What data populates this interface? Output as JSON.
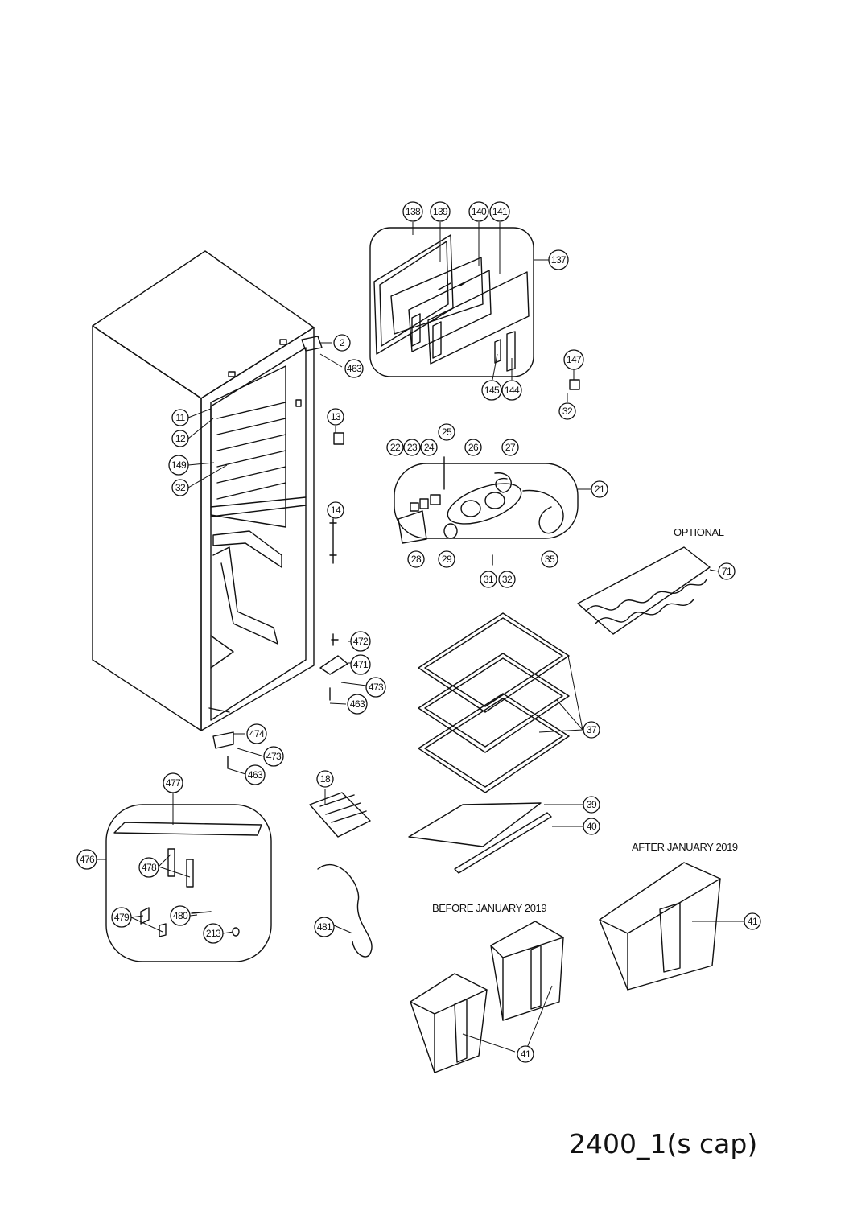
{
  "diagram": {
    "model_code": "2400_1(s cap)",
    "notes": {
      "optional": "OPTIONAL",
      "after_2019": "AFTER JANUARY 2019",
      "before_2019": "BEFORE JANUARY 2019"
    },
    "parts": {
      "p2": "2",
      "p11": "11",
      "p12": "12",
      "p13": "13",
      "p14": "14",
      "p149": "149",
      "p32a": "32",
      "p32b": "32",
      "p32c": "32",
      "p463a": "463",
      "p463b": "463",
      "p463c": "463",
      "p137": "137",
      "p138": "138",
      "p139": "139",
      "p140": "140",
      "p141": "141",
      "p144": "144",
      "p145": "145",
      "p147": "147",
      "p21": "21",
      "p22": "22",
      "p23": "23",
      "p24": "24",
      "p25": "25",
      "p26": "26",
      "p27": "27",
      "p28": "28",
      "p29": "29",
      "p31": "31",
      "p35": "35",
      "p71": "71",
      "p37": "37",
      "p39": "39",
      "p40": "40",
      "p41a": "41",
      "p41b": "41",
      "p18": "18",
      "p472": "472",
      "p471": "471",
      "p473a": "473",
      "p473b": "473",
      "p474": "474",
      "p477": "477",
      "p476": "476",
      "p478": "478",
      "p479": "479",
      "p480": "480",
      "p213": "213",
      "p481": "481"
    }
  }
}
